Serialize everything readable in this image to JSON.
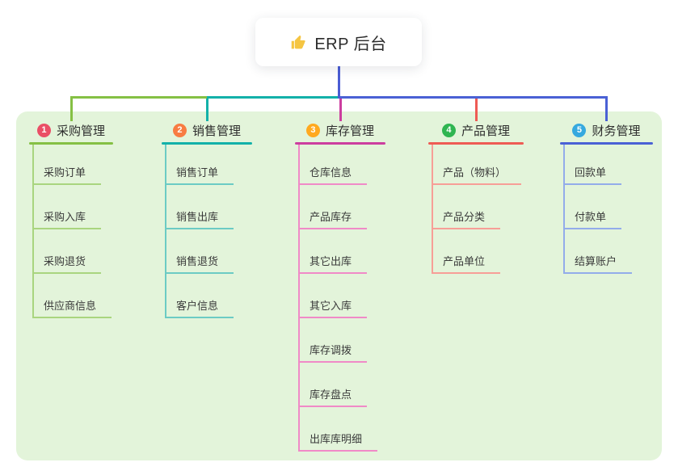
{
  "root": {
    "label": "ERP 后台",
    "icon": "thumbs-up"
  },
  "colors": {
    "panel_bg": "#E3F4DA",
    "root_connector": "#4A5CD4",
    "header_text": "#2E2E2E",
    "child_text": "#3A3A3A"
  },
  "branches": [
    {
      "number": "1",
      "label": "采购管理",
      "badge_color": "#EA4F66",
      "line_color": "#85C044",
      "child_line_color": "#A9D57F",
      "children": [
        "采购订单",
        "采购入库",
        "采购退货",
        "供应商信息"
      ]
    },
    {
      "number": "2",
      "label": "销售管理",
      "badge_color": "#F87C42",
      "line_color": "#13B1A9",
      "child_line_color": "#6CCBC4",
      "children": [
        "销售订单",
        "销售出库",
        "销售退货",
        "客户信息"
      ]
    },
    {
      "number": "3",
      "label": "库存管理",
      "badge_color": "#FFA91F",
      "line_color": "#CC3E9F",
      "child_line_color": "#F08AC7",
      "children": [
        "仓库信息",
        "产品库存",
        "其它出库",
        "其它入库",
        "库存调拨",
        "库存盘点",
        "出库库明细"
      ]
    },
    {
      "number": "4",
      "label": "产品管理",
      "badge_color": "#2FB551",
      "line_color": "#EE5B54",
      "child_line_color": "#F79E97",
      "children": [
        "产品（物料）",
        "产品分类",
        "产品单位"
      ]
    },
    {
      "number": "5",
      "label": "财务管理",
      "badge_color": "#36A9DF",
      "line_color": "#4A61D5",
      "child_line_color": "#93ACEA",
      "children": [
        "回款单",
        "付款单",
        "结算账户"
      ]
    }
  ]
}
